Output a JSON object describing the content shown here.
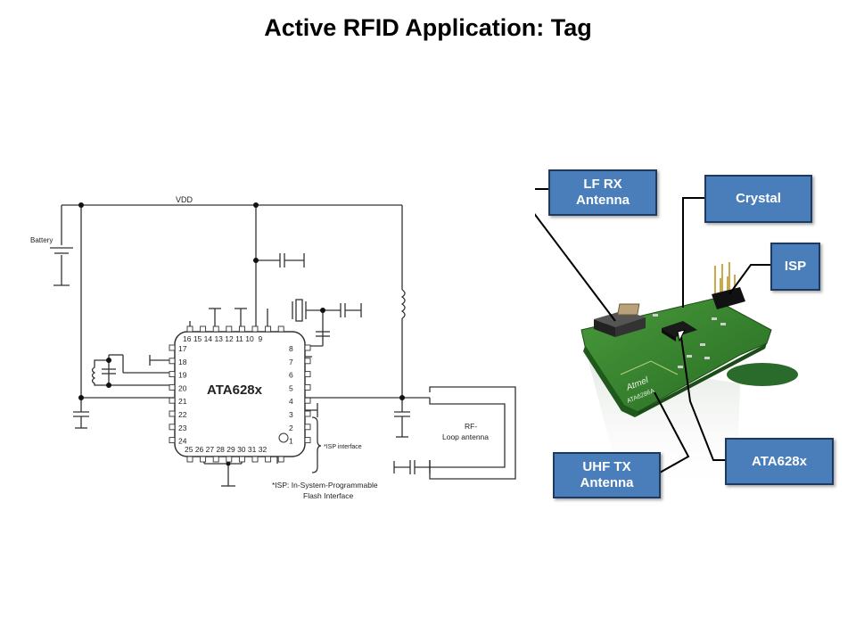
{
  "title": "Active RFID Application: Tag",
  "schematic": {
    "vdd_label": "VDD",
    "battery_label": "Battery",
    "chip_label": "ATA628x",
    "pins_top": "16 15 14 13 12 11 10  9",
    "pins_bottom": "25 26 27 28 29 30 31 32",
    "pins_left": [
      "17",
      "18",
      "19",
      "20",
      "21",
      "22",
      "23",
      "24"
    ],
    "pins_right": [
      "8",
      "7",
      "6",
      "5",
      "4",
      "3",
      "2",
      "1"
    ],
    "isp_interface_label": "*ISP interface",
    "rf_label_line1": "RF-",
    "rf_label_line2": "Loop antenna",
    "footnote_line1": "*ISP: In-System-Programmable",
    "footnote_line2": "Flash Interface"
  },
  "board": {
    "silk_brand": "Atmel",
    "silk_part": "ATA6286A"
  },
  "callouts": {
    "lf_rx": "LF RX\nAntenna",
    "crystal": "Crystal",
    "isp": "ISP",
    "ata628x": "ATA628x",
    "uhf_tx": "UHF TX\nAntenna"
  },
  "colors": {
    "callout_fill": "#4a7ebb",
    "callout_border": "#1e3a5f",
    "pcb_green": "#2f7a2a"
  }
}
